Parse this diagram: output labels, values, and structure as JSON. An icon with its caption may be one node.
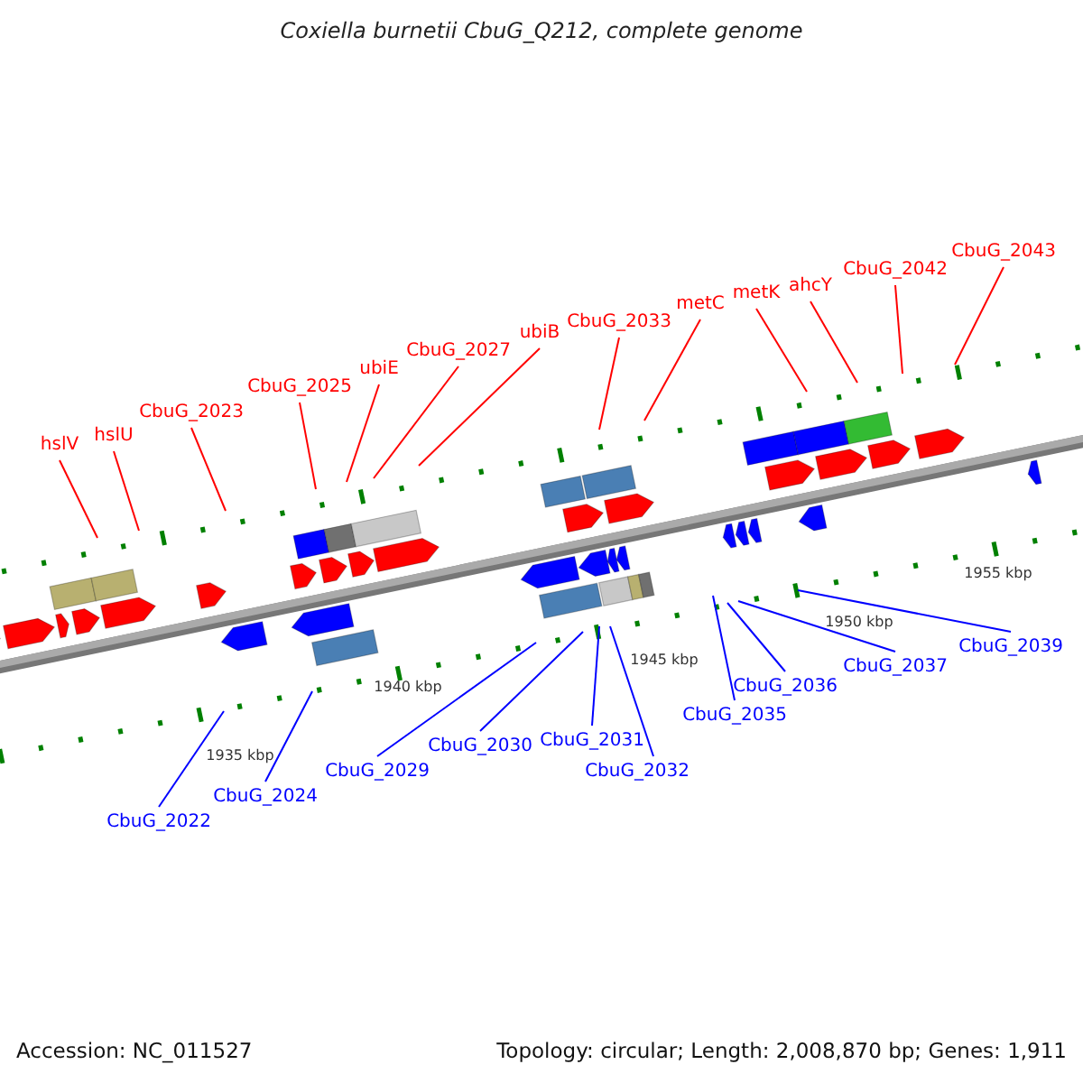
{
  "diagram": {
    "title": "Coxiella burnetii CbuG_Q212, complete genome",
    "nodes": [
      {
        "text": [
          "hslV"
        ]
      },
      {
        "text": [
          "hslU"
        ]
      },
      {
        "text": [
          "CbuG_2023"
        ]
      },
      {
        "text": [
          "CbuG_2025"
        ]
      },
      {
        "text": [
          "ubiE"
        ]
      },
      {
        "text": [
          "CbuG_2027"
        ]
      },
      {
        "text": [
          "ubiB"
        ]
      },
      {
        "text": [
          "CbuG_2033"
        ]
      },
      {
        "text": [
          "metC"
        ]
      },
      {
        "text": [
          "metK"
        ]
      },
      {
        "text": [
          "ahcY"
        ]
      },
      {
        "text": [
          "CbuG_2042"
        ]
      },
      {
        "text": [
          "CbuG_2043"
        ]
      },
      {
        "text": [
          "CbuG_2022"
        ]
      },
      {
        "text": [
          "CbuG_2024"
        ]
      },
      {
        "text": [
          "CbuG_2029"
        ]
      },
      {
        "text": [
          "CbuG_2030"
        ]
      },
      {
        "text": [
          "CbuG_2031"
        ]
      },
      {
        "text": [
          "CbuG_2032"
        ]
      },
      {
        "text": [
          "CbuG_2035"
        ]
      },
      {
        "text": [
          "CbuG_2036"
        ]
      },
      {
        "text": [
          "CbuG_2037"
        ]
      },
      {
        "text": [
          "CbuG_2039"
        ]
      }
    ],
    "edges": [
      {
        "from": 0,
        "to": null,
        "arrow": "none"
      },
      {
        "from": 1,
        "to": null,
        "arrow": "none"
      },
      {
        "from": 2,
        "to": null,
        "arrow": "none"
      },
      {
        "from": 3,
        "to": null,
        "arrow": "none"
      },
      {
        "from": 4,
        "to": null,
        "arrow": "none"
      },
      {
        "from": 5,
        "to": null,
        "arrow": "none"
      },
      {
        "from": 6,
        "to": null,
        "arrow": "none"
      },
      {
        "from": 7,
        "to": null,
        "arrow": "none"
      },
      {
        "from": 8,
        "to": null,
        "arrow": "none"
      },
      {
        "from": 9,
        "to": null,
        "arrow": "none"
      },
      {
        "from": 10,
        "to": null,
        "arrow": "none"
      },
      {
        "from": 11,
        "to": null,
        "arrow": "none"
      },
      {
        "from": 12,
        "to": null,
        "arrow": "none"
      },
      {
        "from": 13,
        "to": null,
        "arrow": "none",
        "color": "#0000ff"
      },
      {
        "from": 14,
        "to": null,
        "arrow": "none",
        "color": "#0000ff"
      },
      {
        "from": 15,
        "to": null,
        "arrow": "none",
        "color": "#0000ff"
      },
      {
        "from": 16,
        "to": null,
        "arrow": "none",
        "color": "#0000ff"
      },
      {
        "from": 17,
        "to": null,
        "arrow": "none",
        "color": "#0000ff"
      },
      {
        "from": 18,
        "to": null,
        "arrow": "none",
        "color": "#0000ff"
      },
      {
        "from": 19,
        "to": null,
        "arrow": "none",
        "color": "#0000ff"
      },
      {
        "from": 20,
        "to": null,
        "arrow": "none",
        "color": "#0000ff"
      },
      {
        "from": 21,
        "to": null,
        "arrow": "none",
        "color": "#0000ff"
      },
      {
        "from": 22,
        "to": null,
        "arrow": "none",
        "color": "#0000ff"
      }
    ],
    "labels": [
      "1955 kbp",
      "1950 kbp",
      "1945 kbp",
      "1940 kbp",
      "1935 kbp",
      "Accession: NC_011527",
      "Topology: circular; Length: 2,008,870 bp; Genes: 1,911"
    ]
  }
}
